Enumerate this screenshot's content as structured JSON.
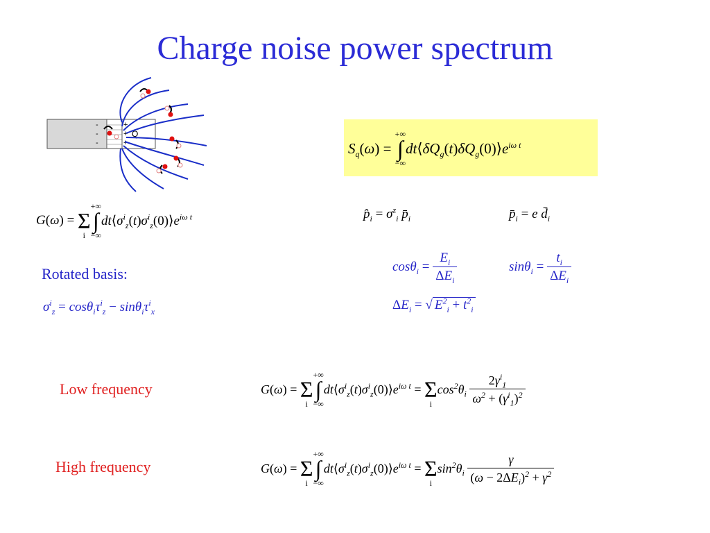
{
  "title": "Charge noise power spectrum",
  "diagram": {
    "minus_signs": [
      "-",
      "-",
      "-"
    ],
    "plus_signs": [
      "+",
      "+",
      "+"
    ],
    "charge_label": "Q",
    "colors": {
      "field_lines": "#1a2ec8",
      "charge_filled": "#e01010",
      "charge_open": "#e08080",
      "box_fill": "#d8d8d8"
    }
  },
  "labels": {
    "rotated_basis": "Rotated basis:",
    "low_frequency": "Low frequency",
    "high_frequency": "High frequency"
  },
  "equations": {
    "s_q": "S_q(ω) = ∫ dt⟨δQ_g(t)δQ_g(0)⟩ e^{iωt}",
    "g_omega": "G(ω) = Σ_i ∫ dt⟨σ_z^i(t)σ_z^i(0)⟩ e^{iωt}",
    "p_hat": "p̂_i = σ_i^z p̄_i",
    "p_bar": "p̄_i = e d̄_i",
    "cos_theta": "cosθ_i = E_i / ΔE_i",
    "sin_theta": "sinθ_i = t_i / ΔE_i",
    "delta_e": "ΔE_i = √(E_i² + t_i²)",
    "sigma_rotated": "σ_z^i = cosθ_i τ_z^i − sinθ_i τ_x^i",
    "low_freq": "G(ω) = Σ_i ∫ dt⟨σ_z^i(t)σ_z^i(0)⟩ e^{iωt} = Σ_i cos²θ_i 2γ_1^i / (ω² + (γ_1^i)²)",
    "high_freq": "G(ω) = Σ_i ∫ dt⟨σ_z^i(t)σ_z^i(0)⟩ e^{iωt} = Σ_i sin²θ_i γ / ((ω − 2ΔE_i)² + γ²)"
  },
  "colors": {
    "title": "#2b2bd6",
    "blue_text": "#2424c8",
    "red_text": "#e02020",
    "highlight": "#ffff99"
  }
}
